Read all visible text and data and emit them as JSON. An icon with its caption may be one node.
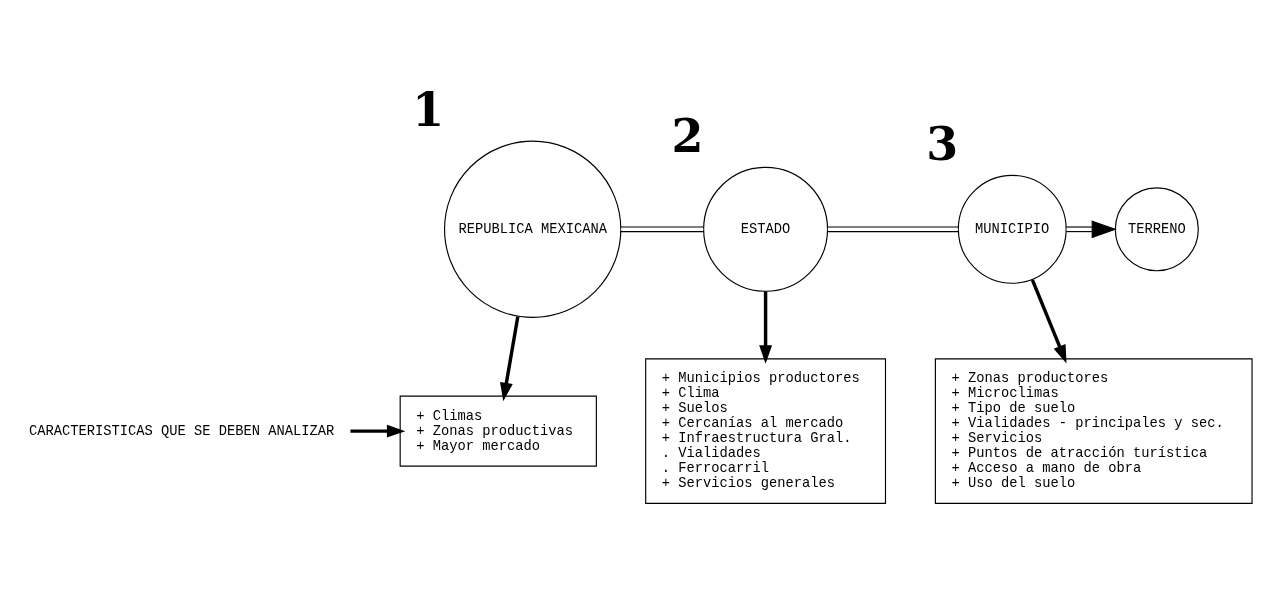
{
  "diagram": {
    "nodes": [
      {
        "text": [
          "REPUBLICA MEXICANA"
        ],
        "beside": [
          "1"
        ]
      },
      {
        "text": [
          "ESTADO"
        ],
        "beside": [
          "2"
        ]
      },
      {
        "text": [
          "MUNICIPIO"
        ],
        "beside": [
          "3"
        ]
      },
      {
        "text": [
          "TERRENO"
        ]
      },
      {
        "text": [
          "CARACTERISTICAS QUE SE DEBEN ANALIZAR"
        ]
      },
      {
        "text": [
          "+ Climas",
          "+ Zonas productivas",
          "+ Mayor mercado"
        ]
      },
      {
        "text": [
          "+ Municipios productores",
          "+ Clima",
          "+ Suelos",
          "+ Cercanías al mercado",
          "+ Infraestructura Gral.",
          ". Vialidades",
          ". Ferrocarril",
          "+ Servicios generales"
        ]
      },
      {
        "text": [
          "+ Zonas productores",
          "+ Microclimas",
          "+ Tipo de suelo",
          "+ Vialidades - principales y sec.",
          "+ Servicios",
          "+ Puntos de atracción turística",
          "+ Acceso a mano de obra",
          "+ Uso del suelo"
        ]
      }
    ],
    "edges": [
      {
        "from": 0,
        "to": 1,
        "arrow": "none"
      },
      {
        "from": 1,
        "to": 2,
        "arrow": "none"
      },
      {
        "from": 2,
        "to": 3,
        "arrow": "to"
      },
      {
        "from": 0,
        "to": 5,
        "arrow": "to"
      },
      {
        "from": 1,
        "to": 6,
        "arrow": "to"
      },
      {
        "from": 2,
        "to": 7,
        "arrow": "to"
      },
      {
        "from": 4,
        "to": 5,
        "arrow": "to"
      }
    ]
  }
}
